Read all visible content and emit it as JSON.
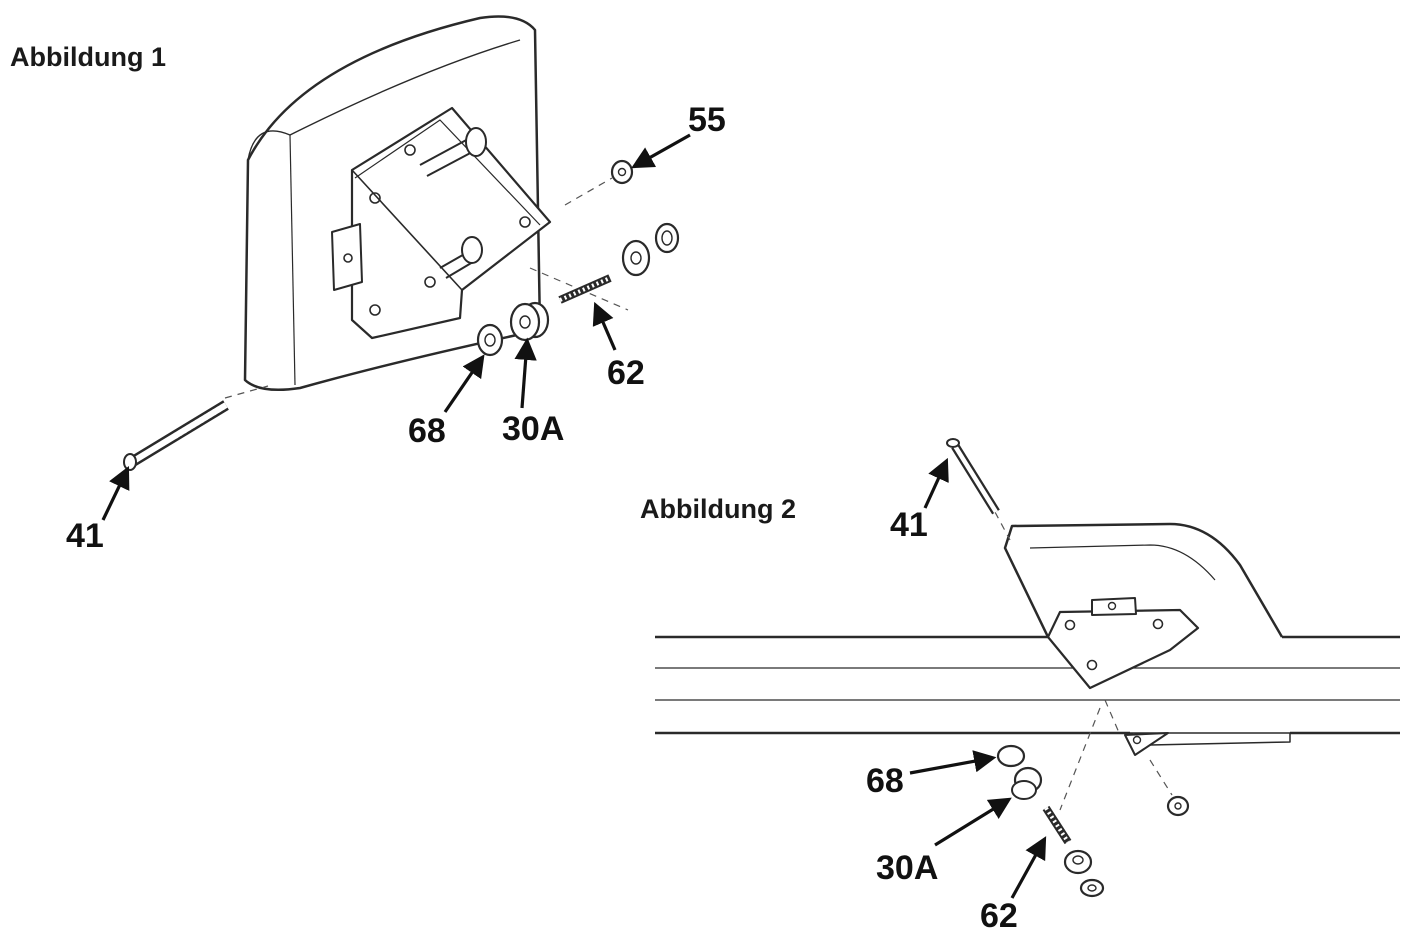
{
  "figure1": {
    "title": "Abbildung 1",
    "callouts": {
      "c55": "55",
      "c62": "62",
      "c68": "68",
      "c30a": "30A",
      "c41": "41"
    }
  },
  "figure2": {
    "title": "Abbildung 2",
    "callouts": {
      "c41": "41",
      "c68": "68",
      "c30a": "30A",
      "c62": "62"
    }
  },
  "colors": {
    "line": "#2a2a2a",
    "light": "#8a8a8a",
    "arrow": "#111111"
  }
}
